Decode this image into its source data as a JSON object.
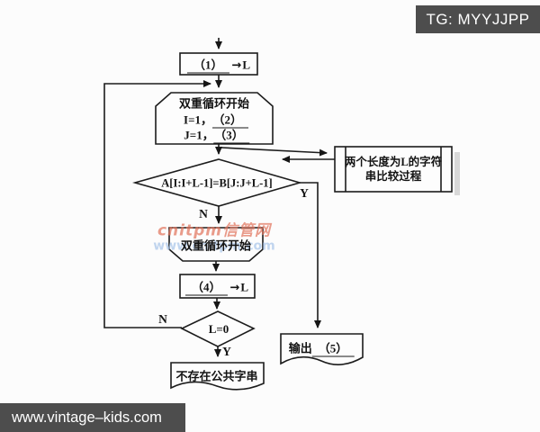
{
  "badge": {
    "label": "TG: MYYJJPP"
  },
  "footer": {
    "label": "www.vintage–kids.com"
  },
  "watermark": {
    "brand": "cnitpm信管网",
    "url": "www.cnitpm.com"
  },
  "flowchart": {
    "step1": {
      "blank": "（1）",
      "assign_arrow": "→",
      "target": "L"
    },
    "loop_start": {
      "title": "双重循环开始",
      "init_i": "I=1，",
      "blank_i": "（2）",
      "init_j": "J=1，",
      "blank_j": "（3）"
    },
    "compare_decision": {
      "condition": "A[I:I+L-1]=B[J:J+L-1]",
      "yes_label": "Y",
      "no_label": "N"
    },
    "subprocess": {
      "line1": "两个长度为L的字符",
      "line2": "串比较过程"
    },
    "loop_end": {
      "title": "双重循环开始"
    },
    "step4": {
      "blank": "（4）",
      "assign_arrow": "→",
      "target": "L"
    },
    "zero_decision": {
      "condition": "L=0",
      "yes_label": "Y",
      "no_label": "N"
    },
    "no_common": {
      "text": "不存在公共字串"
    },
    "output": {
      "prefix": "输出",
      "blank": "（5）"
    }
  },
  "colors": {
    "bar_bg": "#4d4d4d",
    "bar_text": "#ffffff",
    "line": "#1c1c1c",
    "watermark_brand": "#e2765f",
    "watermark_url": "#a9c6ea"
  }
}
